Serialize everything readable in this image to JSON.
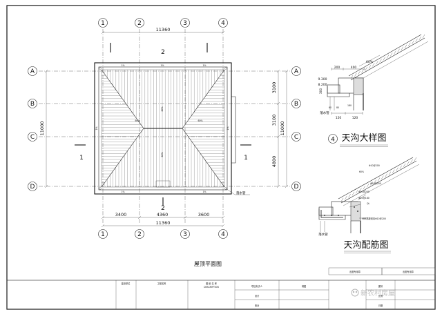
{
  "grid": {
    "top_bubbles": [
      "1",
      "2",
      "3",
      "4"
    ],
    "bottom_bubbles": [
      "1",
      "2",
      "3",
      "4"
    ],
    "left_bubbles": [
      "A",
      "B",
      "C",
      "D"
    ],
    "right_bubbles": [
      "A",
      "B",
      "C",
      "D"
    ]
  },
  "dims": {
    "top_total": "11360",
    "bottom_total": "11360",
    "bottom_seg_1": "3400",
    "bottom_seg_2": "4360",
    "bottom_seg_3": "3600",
    "left_total": "11000",
    "right_total": "11000",
    "right_seg_1": "3100",
    "right_seg_2": "3100",
    "right_seg_3": "4800"
  },
  "section_marks": {
    "top_cut": "2",
    "bottom_cut": "2",
    "left_cut": "1",
    "right_cut": "1"
  },
  "plan": {
    "title": "屋顶平面图",
    "downpipe": "落水管",
    "slope_60": "60%",
    "slope_1pct": "1%"
  },
  "detail1": {
    "circle": "4",
    "title": "天沟大样图",
    "dim_200": "200",
    "dim_400": "400",
    "slope": "60%",
    "elev_top": "9.300",
    "elev_bottom": "8.200",
    "dim_60": "60",
    "dim_80": "80",
    "dim_120a": "120",
    "dim_120b": "120",
    "dim_180": "180",
    "dim_300": "300",
    "downpipe": "落水管"
  },
  "detail2": {
    "title": "天沟配筋图",
    "rebar_1": "Φ10@200",
    "rebar_2": "Φ10@200",
    "rebar_3": "Φ10@200",
    "rebar_4": "Φ10@180",
    "slope": "60%",
    "ql": "QL",
    "note": "分布筋按双向Φ10@200",
    "downpipe": "落水管"
  },
  "title_block": {
    "approval": "建设单位",
    "project": "工程名称",
    "description": "图 纸 名 称",
    "description_en": "DESCRIPTION",
    "engineer": "项目负责人",
    "designer": "设计",
    "checker": "校对",
    "drawn": "制图",
    "stamp": "出图专用章",
    "sheet_no": "图号",
    "scale": "比例",
    "date": "日期",
    "watermark": "新农村房屋"
  }
}
